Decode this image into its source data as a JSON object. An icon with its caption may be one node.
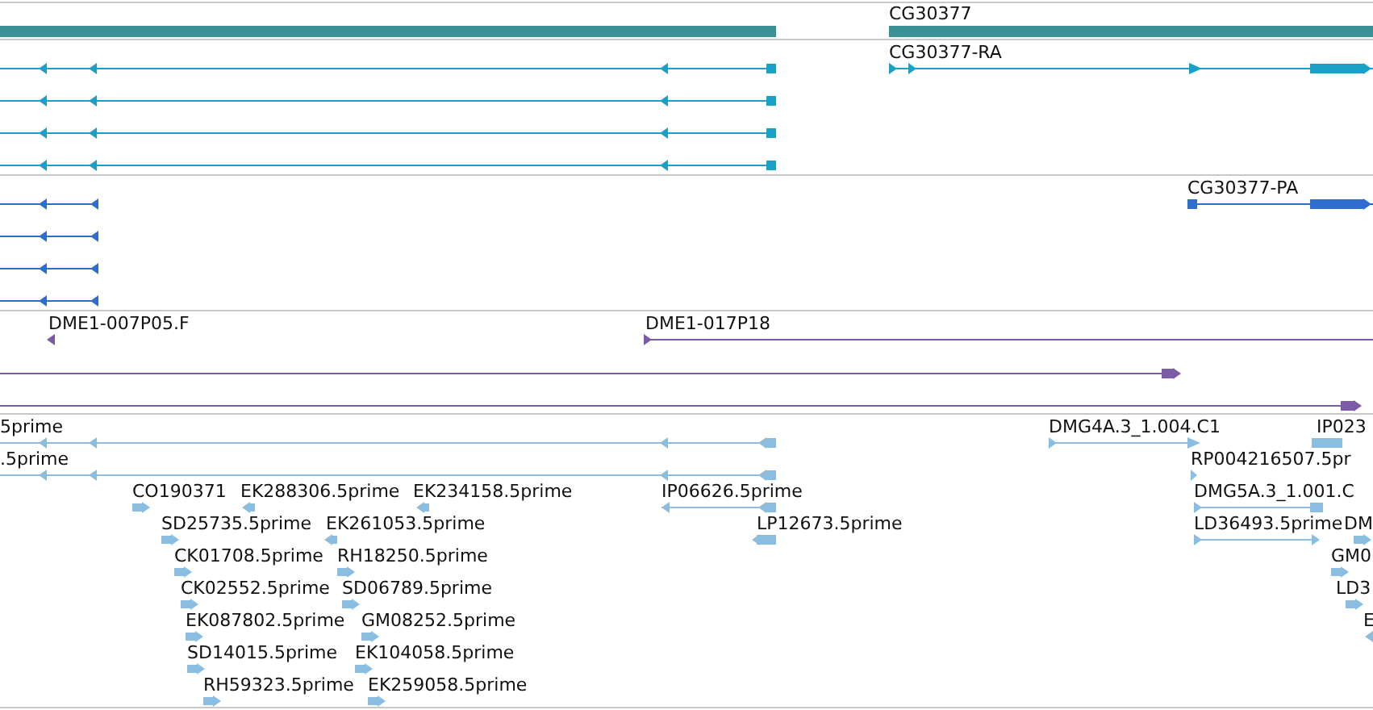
{
  "diagram": {
    "labels": [
      "CG30377",
      "CG30377-RA",
      "CG30377-PA",
      "DME1-007P05.F",
      "DME1-017P18",
      "5prime",
      "DMG4A.3_1.004.C1",
      "IP023",
      ".5prime",
      "RP004216507.5pr",
      "CO190371",
      "EK288306.5prime",
      "EK234158.5prime",
      "IP06626.5prime",
      "DMG5A.3_1.001.C",
      "SD25735.5prime",
      "EK261053.5prime",
      "LP12673.5prime",
      "LD36493.5prime",
      "DM",
      "CK01708.5prime",
      "RH18250.5prime",
      "GM0",
      "CK02552.5prime",
      "SD06789.5prime",
      "LD3",
      "EK087802.5prime",
      "GM08252.5prime",
      "E",
      "SD14015.5prime",
      "EK104058.5prime",
      "RH59323.5prime",
      "EK259058.5prime"
    ]
  }
}
